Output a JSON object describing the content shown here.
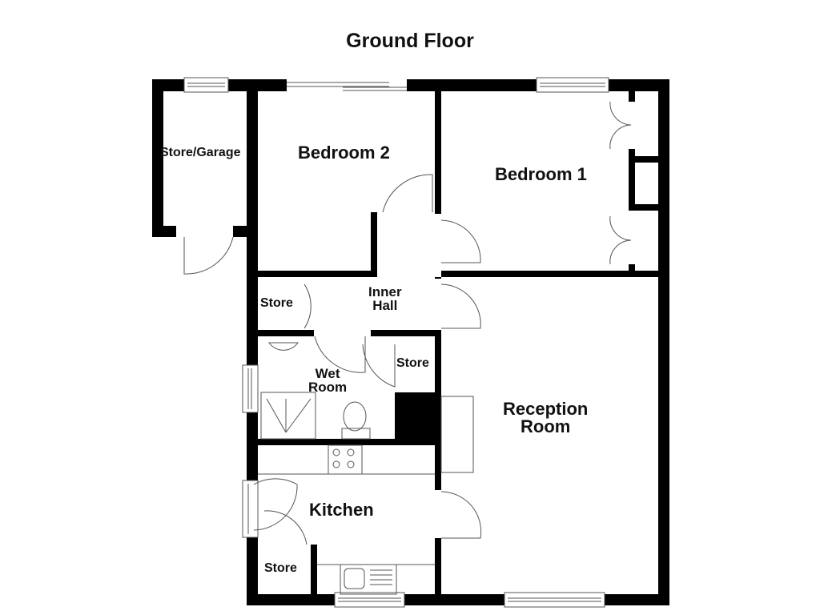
{
  "title": "Ground Floor",
  "colors": {
    "wall": "#000000",
    "fixture_line": "#555555",
    "background": "#ffffff",
    "text": "#111111"
  },
  "rooms": [
    {
      "id": "store_garage",
      "label": "Store/Garage"
    },
    {
      "id": "bedroom_2",
      "label": "Bedroom 2"
    },
    {
      "id": "bedroom_1",
      "label": "Bedroom 1"
    },
    {
      "id": "inner_hall",
      "line1": "Inner",
      "line2": "Hall"
    },
    {
      "id": "store_hall",
      "label": "Store"
    },
    {
      "id": "store_wet",
      "label": "Store"
    },
    {
      "id": "wet_room",
      "line1": "Wet",
      "line2": "Room"
    },
    {
      "id": "reception_room",
      "line1": "Reception",
      "line2": "Room"
    },
    {
      "id": "kitchen",
      "label": "Kitchen"
    },
    {
      "id": "store_kitchen",
      "label": "Store"
    }
  ],
  "fixtures": [
    "wash-basin",
    "shower-tray",
    "toilet",
    "hob",
    "kitchen-sink",
    "fireplace",
    "wardrobes"
  ]
}
